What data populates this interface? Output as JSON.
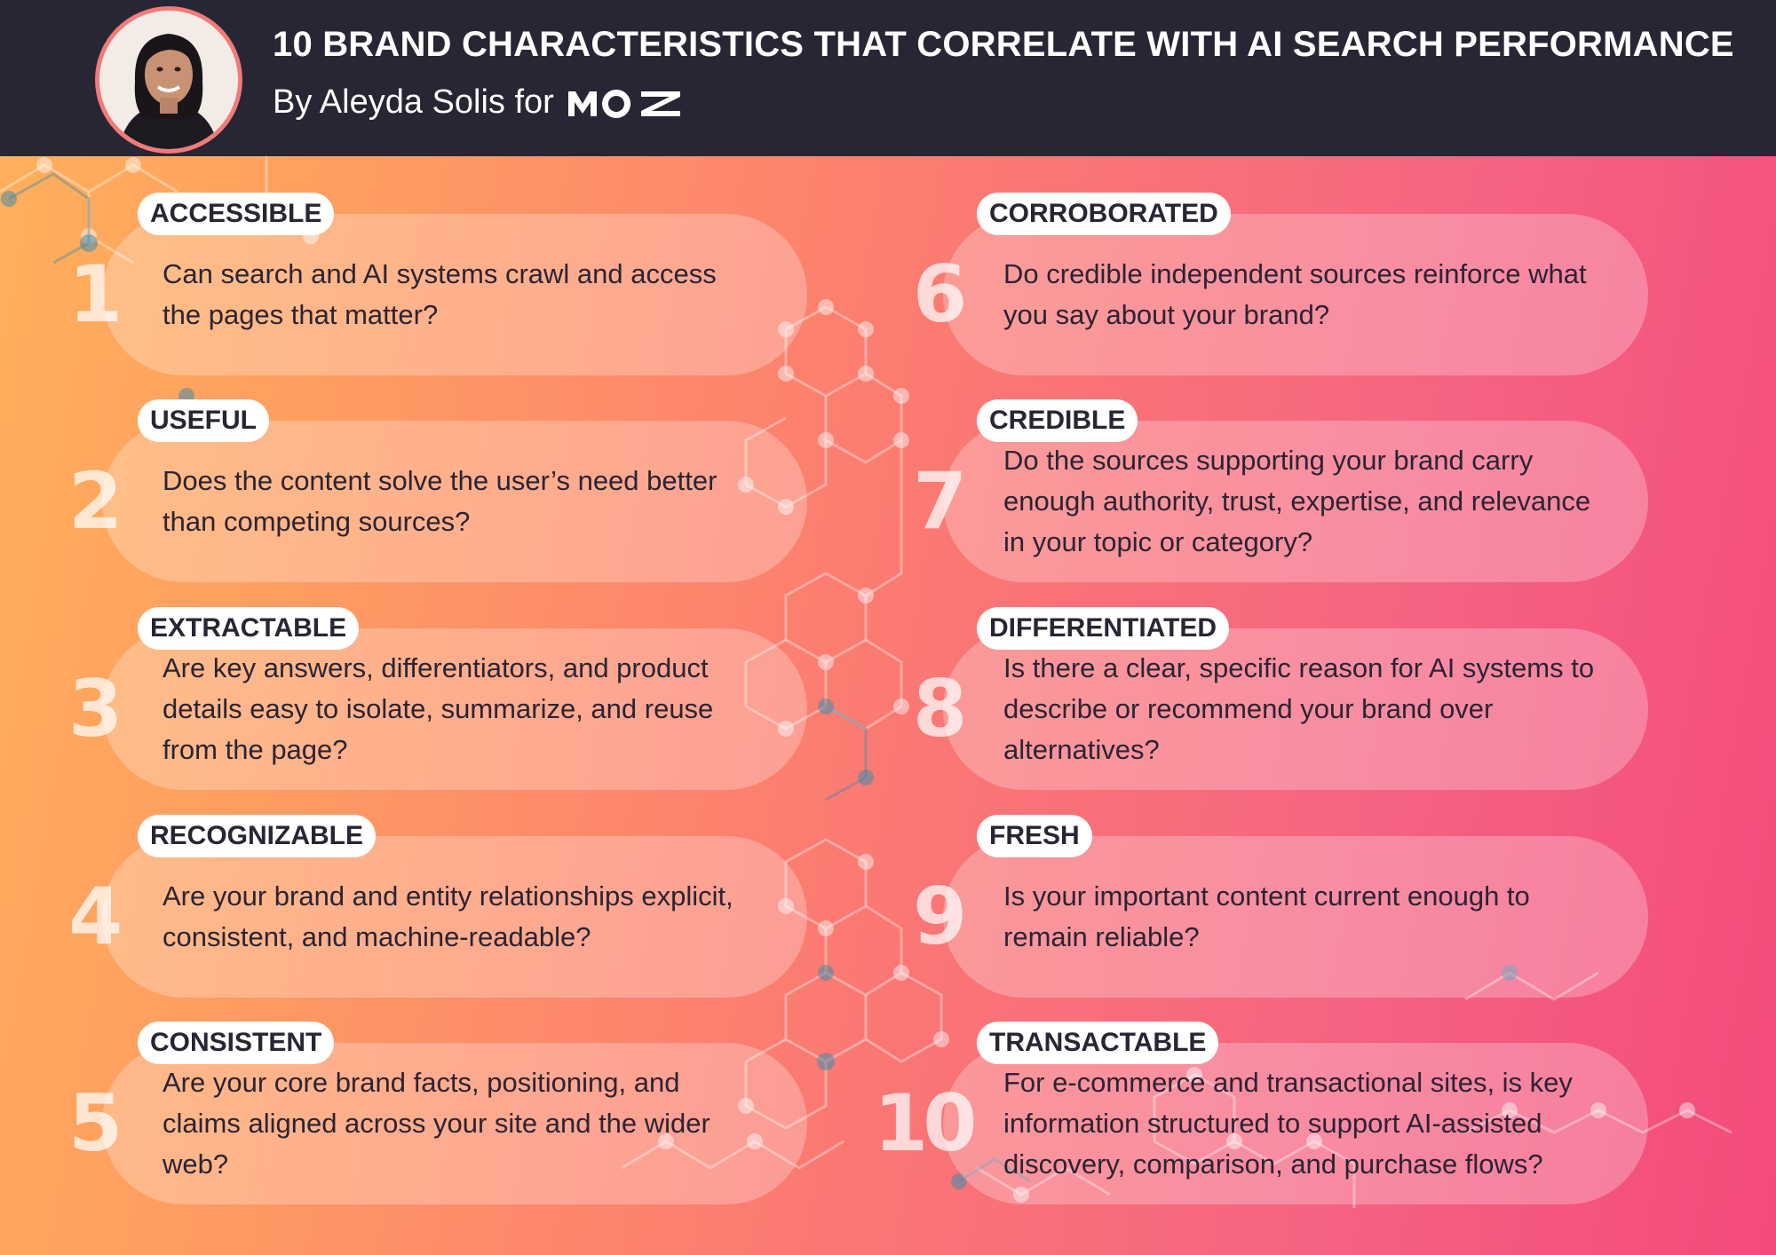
{
  "header": {
    "title": "10 BRAND CHARACTERISTICS THAT CORRELATE WITH AI SEARCH PERFORMANCE",
    "byline": "By Aleyda Solis for",
    "logo": "MOZ",
    "avatar_icon": "author-portrait",
    "background_color": "#262634"
  },
  "colors": {
    "gradient_start": "#ffb15a",
    "gradient_end": "#f34a7a",
    "label_bg": "#ffffff",
    "text": "#2a2433"
  },
  "characteristics": [
    {
      "number": "1",
      "label": "ACCESSIBLE",
      "question": "Can search and AI systems crawl and access the pages that matter?"
    },
    {
      "number": "2",
      "label": "USEFUL",
      "question": "Does the content solve the user’s need better than competing sources?"
    },
    {
      "number": "3",
      "label": "EXTRACTABLE",
      "question": "Are key answers, differentiators, and product details easy to isolate, summarize, and reuse from the page?"
    },
    {
      "number": "4",
      "label": "RECOGNIZABLE",
      "question": "Are your brand and entity relationships explicit, consistent, and machine-readable?"
    },
    {
      "number": "5",
      "label": "CONSISTENT",
      "question": "Are your core brand facts, positioning, and claims aligned across your site and the wider web?"
    },
    {
      "number": "6",
      "label": "CORROBORATED",
      "question": "Do credible independent sources reinforce what you say about your brand?"
    },
    {
      "number": "7",
      "label": "CREDIBLE",
      "question": "Do the sources supporting your brand carry enough authority, trust, expertise, and relevance in your topic or category?"
    },
    {
      "number": "8",
      "label": "DIFFERENTIATED",
      "question": "Is there a clear, specific reason for AI systems to describe or recommend your brand over alternatives?"
    },
    {
      "number": "9",
      "label": "FRESH",
      "question": "Is your important content current enough to remain reliable?"
    },
    {
      "number": "10",
      "label": "TRANSACTABLE",
      "question": "For e-commerce and transactional sites, is key information structured to support AI-assisted discovery, comparison, and purchase flows?"
    }
  ]
}
